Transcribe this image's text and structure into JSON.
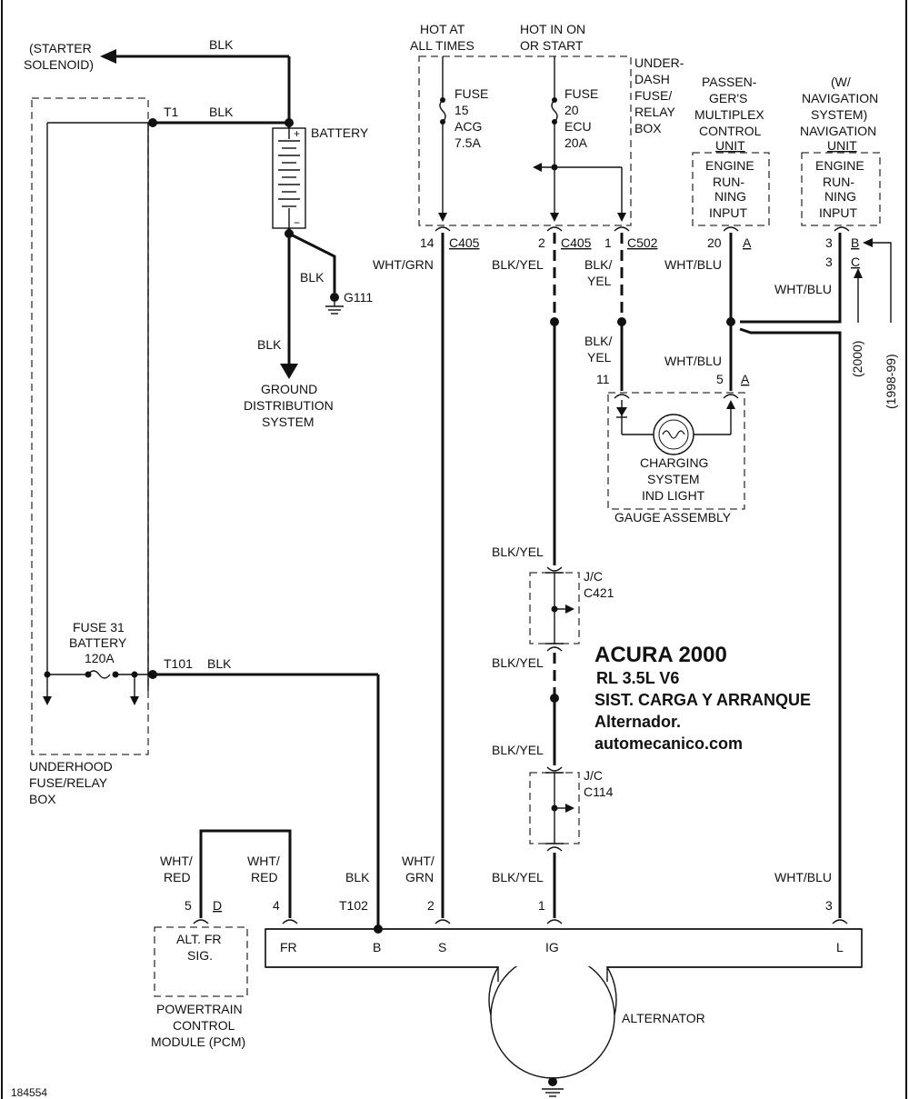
{
  "title": {
    "brand": "ACURA  2000",
    "model": "RL  3.5L  V6",
    "system": "SIST. CARGA Y ARRANQUE",
    "component": "Alternador.",
    "site": "automecanico.com"
  },
  "figure_id": "184554",
  "starter": {
    "label_1": "(STARTER",
    "label_2": "SOLENOID)",
    "wire": "BLK"
  },
  "battery": {
    "label": "BATTERY",
    "plus": "+",
    "minus": "−",
    "t1": "T1",
    "t1_wire": "BLK"
  },
  "ground": {
    "g111": "G111",
    "g111_wire": "BLK",
    "dist_wire": "BLK",
    "dist_1": "GROUND",
    "dist_2": "DISTRIBUTION",
    "dist_3": "SYSTEM"
  },
  "underhood": {
    "fuse_1": "FUSE 31",
    "fuse_2": "BATTERY",
    "fuse_3": "120A",
    "t101": "T101",
    "t101_wire": "BLK",
    "box_1": "UNDERHOOD",
    "box_2": "FUSE/RELAY",
    "box_3": "BOX"
  },
  "underdash": {
    "hot_at_1": "HOT AT",
    "hot_at_2": "ALL TIMES",
    "hot_in_1": "HOT IN ON",
    "hot_in_2": "OR START",
    "box_1": "UNDER-",
    "box_2": "DASH",
    "box_3": "FUSE/",
    "box_4": "RELAY",
    "box_5": "BOX",
    "fuse15_1": "FUSE",
    "fuse15_2": "15",
    "fuse15_3": "ACG",
    "fuse15_4": "7.5A",
    "fuse20_1": "FUSE",
    "fuse20_2": "20",
    "fuse20_3": "ECU",
    "fuse20_4": "20A",
    "pin14": "14",
    "c405a": "C405",
    "pin2": "2",
    "c405b": "C405",
    "pin1": "1",
    "c502": "C502"
  },
  "wires": {
    "wht_grn": "WHT/GRN",
    "blk_yel_1": "BLK/YEL",
    "blk_yel_2a": "BLK/",
    "blk_yel_2b": "YEL",
    "blk_yel_3a": "BLK/",
    "blk_yel_3b": "YEL",
    "wht_blu_1": "WHT/BLU",
    "wht_blu_2": "WHT/BLU",
    "wht_blu_3": "WHT/BLU",
    "blk_yel_4": "BLK/YEL",
    "blk_yel_5": "BLK/YEL",
    "blk_yel_6": "BLK/YEL",
    "blk_yel_7": "BLK/YEL",
    "wht_blu_4": "WHT/BLU"
  },
  "multiplex": {
    "l1": "PASSEN-",
    "l2": "GER'S",
    "l3": "MULTIPLEX",
    "l4": "CONTROL",
    "l5": "UNIT",
    "i1": "ENGINE",
    "i2": "RUN-",
    "i3": "NING",
    "i4": "INPUT",
    "pin": "20",
    "letter": "A"
  },
  "navigation": {
    "l1": "(W/",
    "l2": "NAVIGATION",
    "l3": "SYSTEM)",
    "l4": "NAVIGATION",
    "l5": "UNIT",
    "i1": "ENGINE",
    "i2": "RUN-",
    "i3": "NING",
    "i4": "INPUT",
    "pin_b": "3",
    "letter_b": "B",
    "pin_c": "3",
    "letter_c": "C",
    "year_2000": "(2000)",
    "year_9899": "(1998-99)"
  },
  "gauge": {
    "pin11": "11",
    "pin5": "5",
    "letter": "A",
    "l1": "CHARGING",
    "l2": "SYSTEM",
    "l3": "IND LIGHT",
    "assembly": "GAUGE ASSEMBLY"
  },
  "junctions": {
    "jc1_1": "J/C",
    "jc1_2": "C421",
    "jc2_1": "J/C",
    "jc2_2": "C114"
  },
  "pcm": {
    "wr1a": "WHT/",
    "wr1b": "RED",
    "wr2a": "WHT/",
    "wr2b": "RED",
    "pin5": "5",
    "letter": "D",
    "pin4": "4",
    "box_1": "ALT. FR",
    "box_2": "SIG.",
    "n1": "POWERTRAIN",
    "n2": "CONTROL",
    "n3": "MODULE (PCM)"
  },
  "alternator": {
    "t102_wire": "BLK",
    "t102": "T102",
    "s_wire_1": "WHT/",
    "s_wire_2": "GRN",
    "pin2": "2",
    "pin1": "1",
    "pin3": "3",
    "fr": "FR",
    "b": "B",
    "s": "S",
    "ig": "IG",
    "l": "L",
    "label": "ALTERNATOR"
  }
}
